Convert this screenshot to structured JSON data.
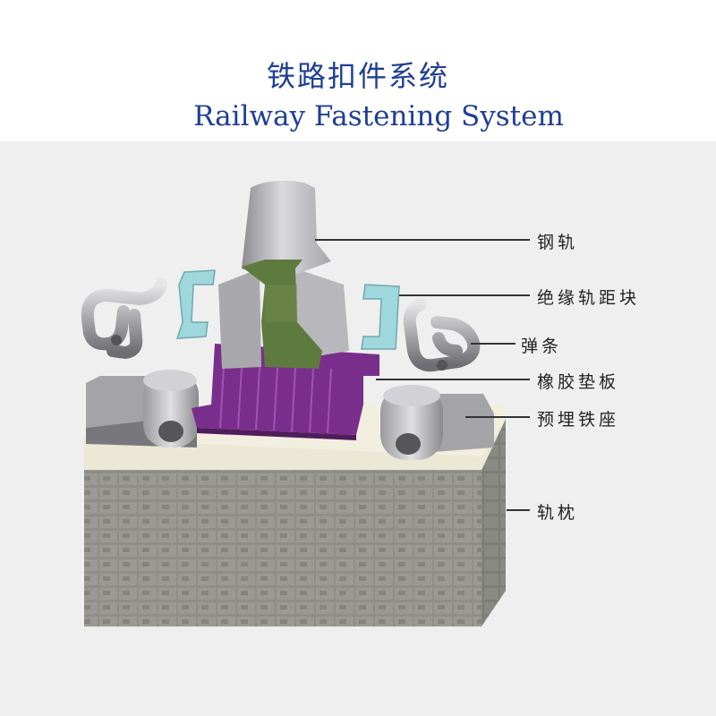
{
  "title": {
    "chinese": "铁路扣件系统",
    "english": "Railway Fastening System"
  },
  "labels": {
    "rail": "钢轨",
    "insulated_gauge_block": "绝缘轨距块",
    "elastic_clip": "弹条",
    "rubber_pad": "橡胶垫板",
    "embedded_shoulder": "预埋铁座",
    "sleeper": "轨枕"
  },
  "colors": {
    "title": "#1f3f95",
    "panel_background": "#efefef",
    "rail_body": "#c4c4c8",
    "rail_web": "#5f7a3e",
    "gauge_block": "#9fd8dc",
    "rubber_pad": "#7a2e8c",
    "sleeper": "#8e8e88",
    "sleeper_top": "#f3efe0"
  }
}
